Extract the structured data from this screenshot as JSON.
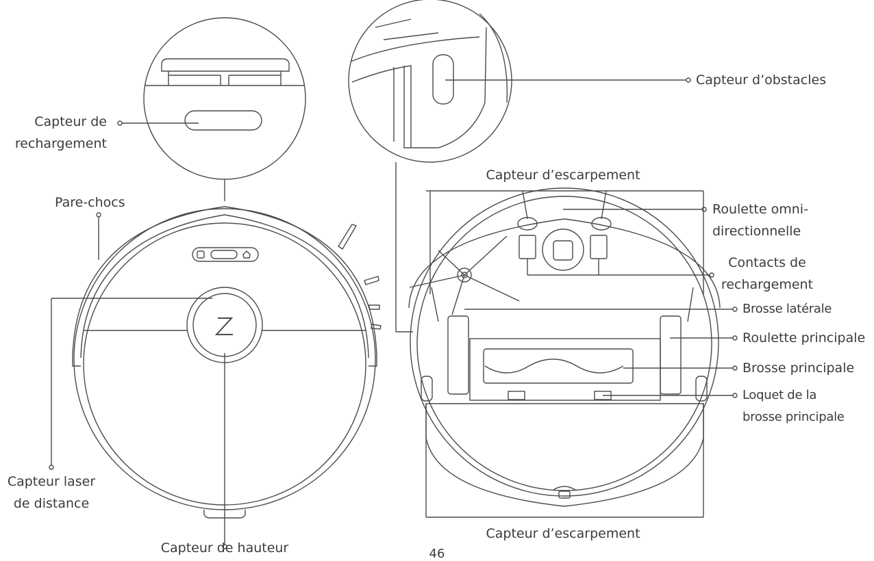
{
  "labels": {
    "charge_sensor_l1": "Capteur de",
    "charge_sensor_l2": "rechargement",
    "bumper": "Pare-chocs",
    "laser_l1": "Capteur laser",
    "laser_l2": "de distance",
    "height_sensor": "Capteur de hauteur",
    "obstacle_sensor": "Capteur d’obstacles",
    "cliff_top": "Capteur d’escarpement",
    "omni_l1": "Roulette omni-",
    "omni_l2": "directionnelle",
    "contacts_l1": "Contacts de",
    "contacts_l2": "rechargement",
    "side_brush": "Brosse latérale",
    "main_wheel": "Roulette principale",
    "main_brush": "Brosse principale",
    "latch_l1": "Loquet de la",
    "latch_l2": "brosse principale",
    "cliff_bottom": "Capteur d’escarpement"
  },
  "page_number": "46",
  "colors": {
    "line": "#4a4a4a",
    "text": "#3b3b3b"
  }
}
